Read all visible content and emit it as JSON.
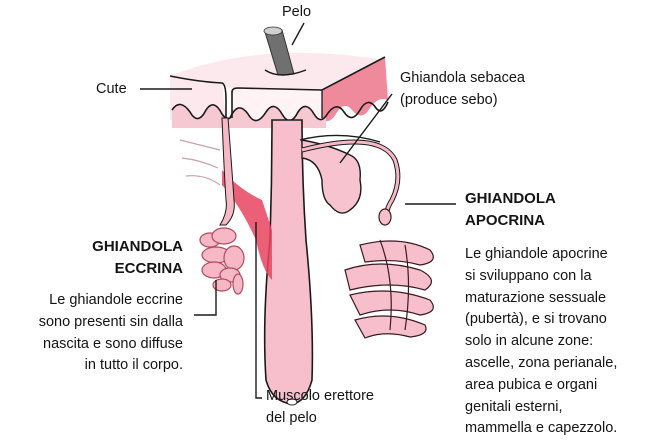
{
  "labels": {
    "pelo": "Pelo",
    "cute": "Cute",
    "sebacea_line1": "Ghiandola sebacea",
    "sebacea_line2": "(produce sebo)",
    "apocrina_title1": "GHIANDOLA",
    "apocrina_title2": "APOCRINA",
    "eccrina_title1": "GHIANDOLA",
    "eccrina_title2": "ECCRINA",
    "muscolo_line1": "Muscolo erettore",
    "muscolo_line2": "del pelo"
  },
  "eccrina_desc": [
    "Le ghiandole eccrine",
    "sono presenti sin dalla",
    "nascita e sono diffuse",
    "in tutto il corpo."
  ],
  "apocrina_desc": [
    "Le ghiandole apocrine",
    "si sviluppano con la",
    "maturazione sessuale",
    "(pubertà), e si trovano",
    "solo in alcune zone:",
    "ascelle, zona perianale,",
    "area pubica e organi",
    "genitali esterni,",
    "mammella e capezzolo."
  ],
  "colors": {
    "skin_top": "#fdeef2",
    "skin_pink": "#f6c9d3",
    "tissue": "#f7b8c6",
    "muscle": "#e8445e",
    "cut_face": "#f08d9f",
    "hair": "#6f6f6f",
    "outline": "#1a1a1a"
  }
}
